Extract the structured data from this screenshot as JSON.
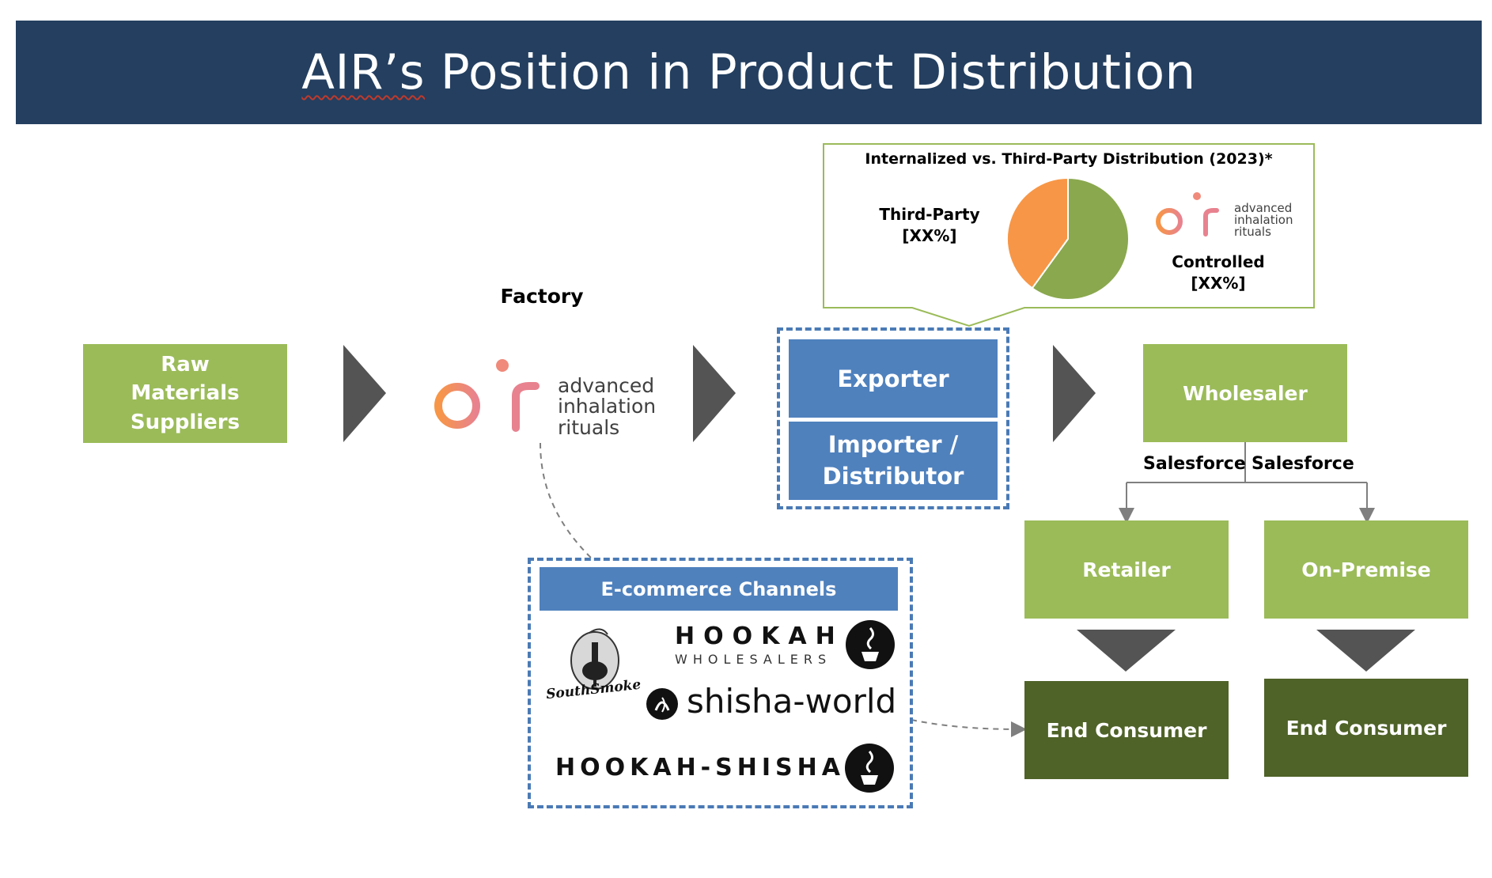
{
  "header": {
    "title_prefix": "AIR’s",
    "title_rest": " Position in Product Distribution"
  },
  "factory_label": "Factory",
  "brand": {
    "letters": "air",
    "line1": "advanced",
    "line2": "inhalation",
    "line3": "rituals"
  },
  "nodes": {
    "raw_materials": "Raw Materials Suppliers",
    "exporter": "Exporter",
    "importer": "Importer / Distributor",
    "wholesaler": "Wholesaler",
    "retailer": "Retailer",
    "on_premise": "On-Premise",
    "end_consumer_1": "End Consumer",
    "end_consumer_2": "End Consumer"
  },
  "salesforce_left": "Salesforce",
  "salesforce_right": "Salesforce",
  "ecommerce": {
    "title": "E-commerce Channels",
    "southsmoke": "SouthSmoke",
    "hookah_wholesalers_1": "HOOKAH",
    "hookah_wholesalers_2": "WHOLESALERS",
    "shisha_world": "shisha-world",
    "hookah_shisha": "HOOKAH-SHISHA"
  },
  "callout": {
    "title": "Internalized vs. Third-Party Distribution (2023)*",
    "third_party_label": "Third-Party",
    "third_party_value": "[XX%]",
    "controlled_label": "Controlled",
    "controlled_value": "[XX%]"
  },
  "chart_data": {
    "type": "pie",
    "title": "Internalized vs. Third-Party Distribution (2023)*",
    "slices": [
      {
        "label": "Controlled",
        "value": 0.6,
        "color": "#8aa84e"
      },
      {
        "label": "Third-Party",
        "value": 0.4,
        "color": "#f79646"
      }
    ]
  },
  "colors": {
    "header_bg": "#243f60",
    "light_green": "#9bbb59",
    "dark_green": "#4f6228",
    "blue": "#4f81bd",
    "chevron": "#545454",
    "brand_gradient_start": "#f79646",
    "brand_gradient_end": "#e8828f"
  }
}
